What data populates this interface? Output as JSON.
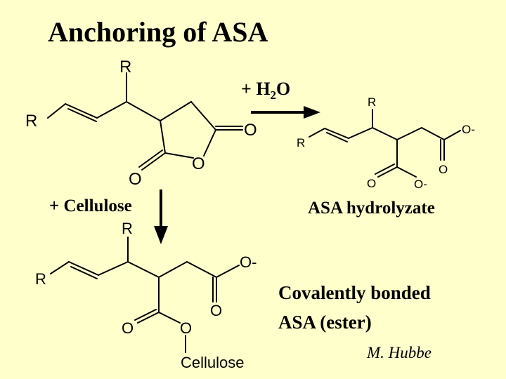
{
  "slide": {
    "title": "Anchoring of ASA",
    "reagent_water_prefix": "+ H",
    "reagent_water_sub": "2",
    "reagent_water_suffix": "O",
    "reagent_cellulose": "+ Cellulose",
    "hydrolyzate_label": "ASA hydrolyzate",
    "ester_label_line1": "Covalently bonded",
    "ester_label_line2": "ASA (ester)",
    "author": "M. Hubbe"
  },
  "atoms": {
    "r": "R",
    "o": "O",
    "o_minus": "O-",
    "cellulose": "Cellulose"
  }
}
